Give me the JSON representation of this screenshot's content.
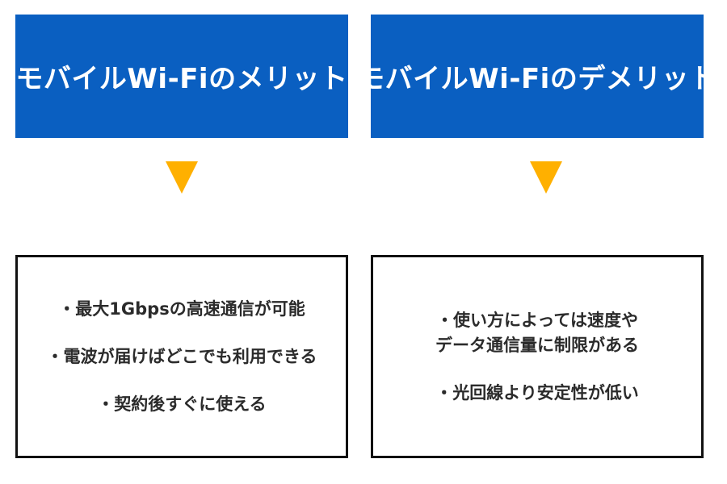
{
  "colors": {
    "header_background": "#0a5fc1",
    "arrow": "#ffb000",
    "box_border": "#111111",
    "text": "#2b2b2b"
  },
  "left_panel": {
    "title": "モバイルWi-Fiのメリット",
    "items": [
      "・最大1Gbpsの高速通信が可能",
      "・電波が届けばどこでも利用できる",
      "・契約後すぐに使える"
    ]
  },
  "right_panel": {
    "title": "モバイルWi-Fiのデメリット",
    "items": [
      {
        "line1": "・使い方によっては速度や",
        "line2": "データ通信量に制限がある"
      },
      {
        "line1": "・光回線より安定性が低い"
      }
    ]
  },
  "icons": {
    "arrow_left": "down-triangle-icon",
    "arrow_right": "down-triangle-icon"
  }
}
